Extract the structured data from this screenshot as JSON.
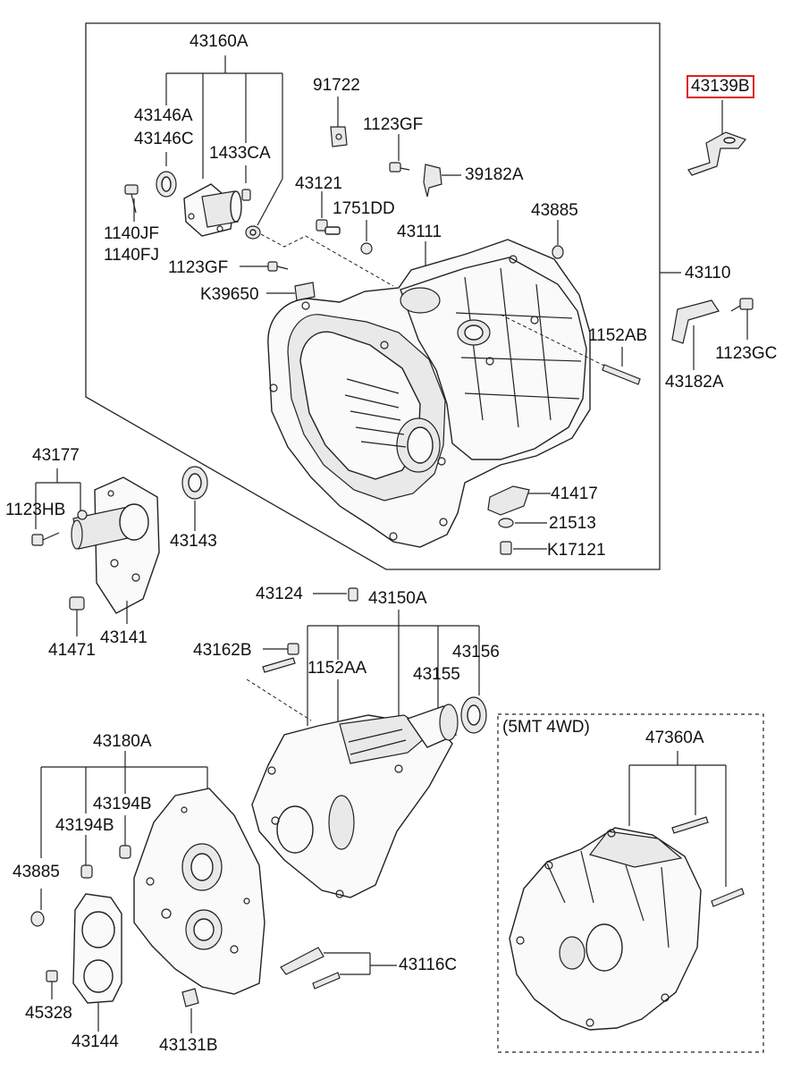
{
  "diagram": {
    "highlight_color": "#e02020",
    "note_5mt_4wd": "(5MT 4WD)",
    "labels": {
      "p43160A": "43160A",
      "p91722": "91722",
      "p43139B": "43139B",
      "p43146A": "43146A",
      "p43146C": "43146C",
      "p1433CA": "1433CA",
      "p1123GF_a": "1123GF",
      "p39182A": "39182A",
      "p43121": "43121",
      "p1751DD": "1751DD",
      "p43885_a": "43885",
      "p1140JF": "1140JF",
      "p1140FJ": "1140FJ",
      "p43111": "43111",
      "p1123GF_b": "1123GF",
      "p43110": "43110",
      "pK39650": "K39650",
      "p1152AB": "1152AB",
      "p1123GC": "1123GC",
      "p43182A": "43182A",
      "p43177": "43177",
      "p1123HB": "1123HB",
      "p41417": "41417",
      "p43143": "43143",
      "p21513": "21513",
      "pK17121": "K17121",
      "p43124": "43124",
      "p43150A": "43150A",
      "p41471": "41471",
      "p43141": "43141",
      "p43162B": "43162B",
      "p43156": "43156",
      "p1152AA": "1152AA",
      "p43155": "43155",
      "p43180A": "43180A",
      "p47360A": "47360A",
      "p43194B_a": "43194B",
      "p43194B_b": "43194B",
      "p43885_b": "43885",
      "p43116C": "43116C",
      "p45328": "45328",
      "p43144": "43144",
      "p43131B": "43131B"
    }
  }
}
